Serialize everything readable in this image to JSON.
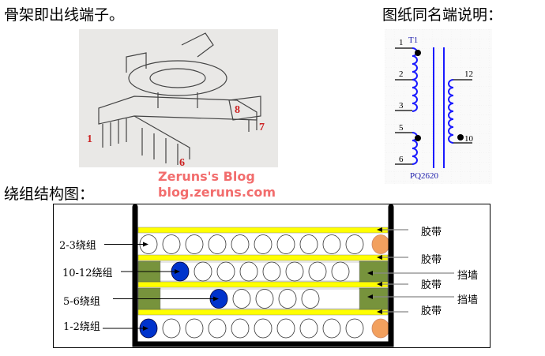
{
  "headings": {
    "bobbin": "骨架即出线端子。",
    "schematic": "图纸同名端说明：",
    "structure": "绕组结构图："
  },
  "photo": {
    "pins": [
      "1",
      "6",
      "7",
      "8"
    ]
  },
  "schematic": {
    "name": "T1",
    "core": "PQ2620",
    "primary_pins": [
      "1",
      "2",
      "3",
      "5",
      "6"
    ],
    "secondary_pins": [
      "12",
      "10"
    ],
    "coil_color": "#1a1aff"
  },
  "diagram": {
    "windings": [
      {
        "label": "2-3绕组",
        "start": "none",
        "turns": 10,
        "end": "orange"
      },
      {
        "label": "10-12绕组",
        "start": "blue",
        "turns": 7,
        "end": "none"
      },
      {
        "label": "5-6绕组",
        "start": "blue",
        "turns": 4,
        "end": "none"
      },
      {
        "label": "1-2绕组",
        "start": "blue",
        "turns": 9,
        "end": "orange"
      }
    ],
    "tape_label": "胶带",
    "wall_label": "挡墙",
    "colors": {
      "tape": "#ffff00",
      "wall": "#77933c",
      "start": "#0033cc",
      "end": "#f2a05e"
    }
  },
  "watermark": {
    "line1": "Zeruns's Blog",
    "line2": "blog.zeruns.com"
  }
}
